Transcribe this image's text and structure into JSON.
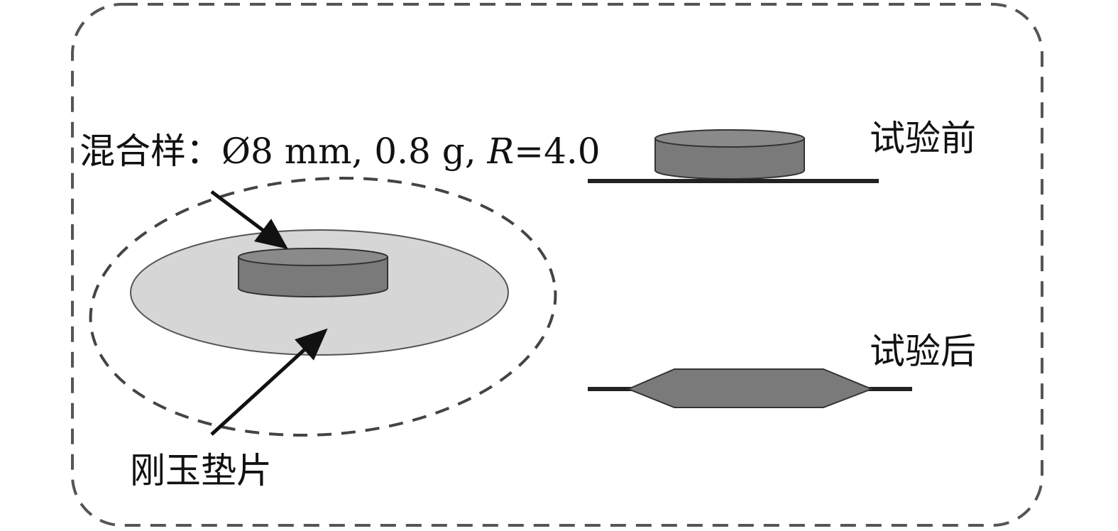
{
  "labels": {
    "sample": "混合样：Ø8 mm, 0.8 g, ",
    "sample_r": "R",
    "sample_r_value": "=4.0",
    "pad": "刚玉垫片",
    "before": "试验前",
    "after": "试验后"
  },
  "colors": {
    "sample_fill": "#7a7a7a",
    "pad_fill": "#d6d6d6",
    "line": "#222222"
  }
}
